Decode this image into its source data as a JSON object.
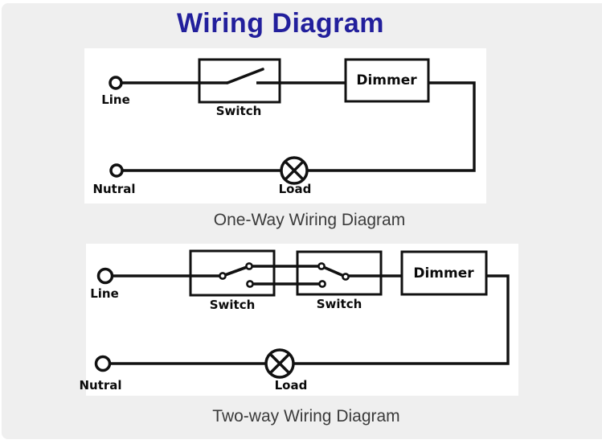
{
  "page": {
    "title": "Wiring Diagram"
  },
  "colors": {
    "title_text": "#221f9c",
    "canvas_background": "#efefef",
    "panel_background": "#ffffff",
    "wire": "#111111",
    "caption_text": "#3b3b3b"
  },
  "diagram_one_way": {
    "caption": "One-Way Wiring Diagram",
    "labels": {
      "line": "Line",
      "switch": "Switch",
      "dimmer": "Dimmer",
      "neutral": "Nutral",
      "load": "Load"
    }
  },
  "diagram_two_way": {
    "caption": "Two-way Wiring Diagram",
    "labels": {
      "line": "Line",
      "switch_1": "Switch",
      "switch_2": "Switch",
      "dimmer": "Dimmer",
      "neutral": "Nutral",
      "load": "Load"
    }
  }
}
